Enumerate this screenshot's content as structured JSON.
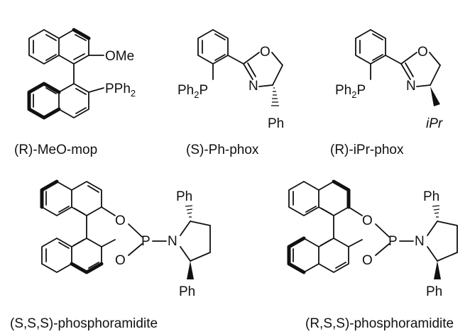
{
  "compounds": [
    {
      "caption": "(R)-MeO-mop",
      "atoms": {
        "ome": "OMe",
        "pph2": "PPh",
        "sub2": "2"
      }
    },
    {
      "caption": "(S)-Ph-phox",
      "atoms": {
        "o": "O",
        "n": "N",
        "ph": "Ph",
        "ph2p": "Ph",
        "sub2": "2",
        "p": "P"
      }
    },
    {
      "caption": "(R)-iPr-phox",
      "atoms": {
        "o": "O",
        "n": "N",
        "ipr": "iPr",
        "ph2p": "Ph",
        "sub2": "2",
        "p": "P"
      }
    },
    {
      "caption": "(S,S,S)-phosphoramidite",
      "atoms": {
        "o1": "O",
        "o2": "O",
        "p": "P",
        "n": "N",
        "ph1": "Ph",
        "ph2": "Ph"
      }
    },
    {
      "caption": "(R,S,S)-phosphoramidite",
      "atoms": {
        "o1": "O",
        "o2": "O",
        "p": "P",
        "n": "N",
        "ph1": "Ph",
        "ph2": "Ph"
      }
    }
  ]
}
